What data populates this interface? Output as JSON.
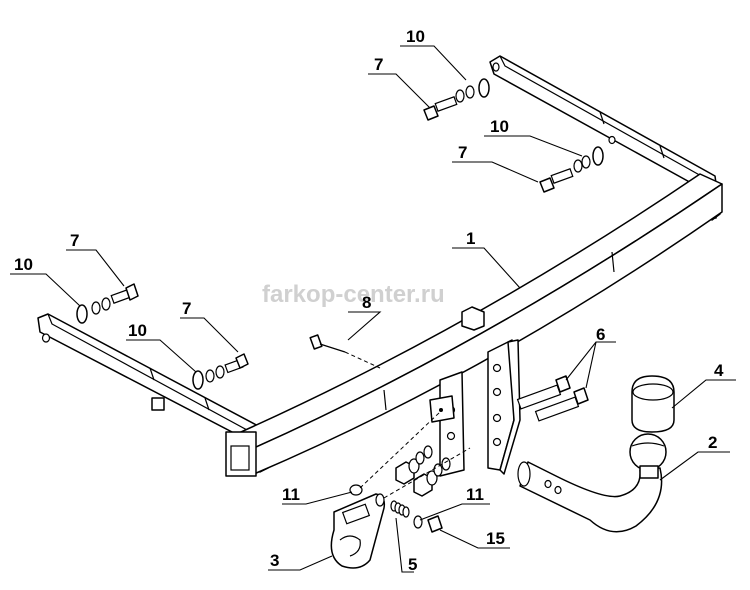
{
  "watermark": "farkop-center.ru",
  "callouts": {
    "c10_top": "10",
    "c7_top": "7",
    "c10_mid": "10",
    "c7_mid": "7",
    "c1": "1",
    "c10_left": "10",
    "c7_left": "7",
    "c8": "8",
    "c7_center": "7",
    "c10_center": "10",
    "c6": "6",
    "c4": "4",
    "c2": "2",
    "c11_left": "11",
    "c11_right": "11",
    "c3": "3",
    "c5": "5",
    "c15": "15"
  }
}
